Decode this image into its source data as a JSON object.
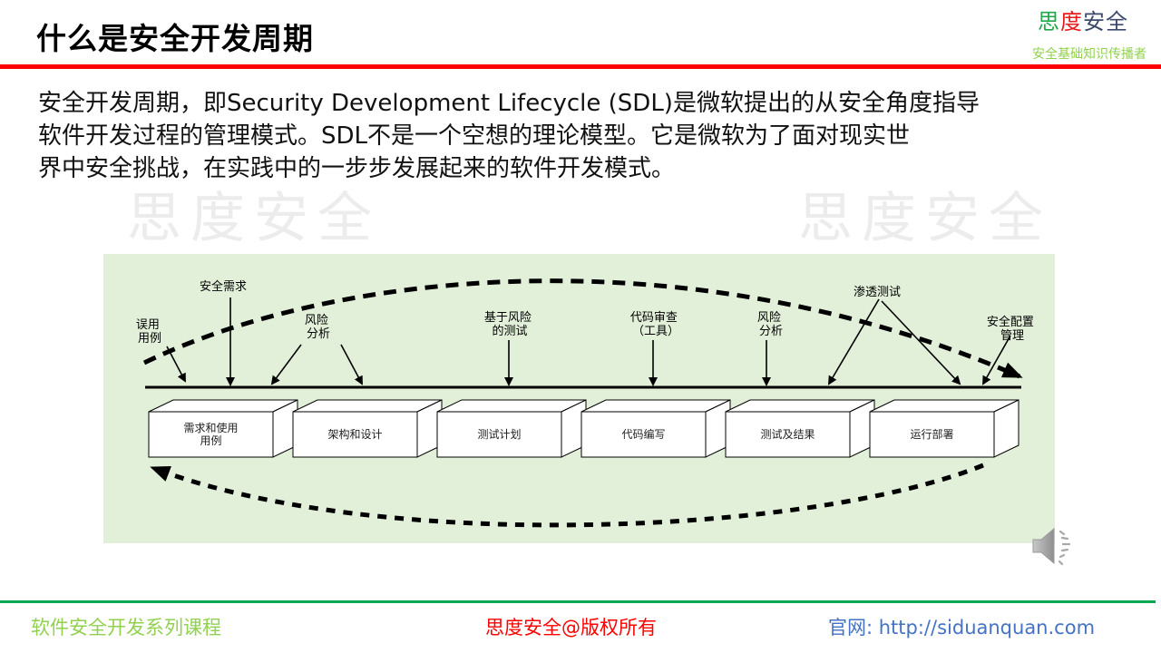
{
  "header": {
    "title": "什么是安全开发周期",
    "brand": {
      "part1": "思",
      "part2": "度",
      "part3": "安全",
      "tagline": "安全基础知识传播者"
    },
    "colors": {
      "rule": "#ff0000",
      "brand_green": "#1ea84b",
      "brand_red": "#e81c1c",
      "brand_navy": "#3b4a6b",
      "tagline": "#92d050"
    }
  },
  "watermark": {
    "left": "思度安全",
    "right": "思度安全"
  },
  "body": {
    "lines": [
      "安全开发周期，即Security Development Lifecycle (SDL)是微软提出的从安全角度指导",
      "软件开发过程的管理模式。SDL不是一个空想的理论模型。它是微软为了面对现实世",
      "界中安全挑战，在实践中的一步步发展起来的软件开发模式。"
    ]
  },
  "diagram": {
    "background": "#e2efd9",
    "annotations": [
      {
        "lines": [
          "误用",
          "用例"
        ]
      },
      {
        "lines": [
          "安全需求"
        ]
      },
      {
        "lines": [
          "风险",
          "分析"
        ]
      },
      {
        "lines": [
          "基于风险",
          "的测试"
        ]
      },
      {
        "lines": [
          "代码审查",
          "（工具）"
        ]
      },
      {
        "lines": [
          "风险",
          "分析"
        ]
      },
      {
        "lines": [
          "渗透测试"
        ]
      },
      {
        "lines": [
          "安全配置",
          "管理"
        ]
      }
    ],
    "phases": [
      {
        "lines": [
          "需求和使用",
          "用例"
        ]
      },
      {
        "lines": [
          "架构和设计"
        ]
      },
      {
        "lines": [
          "测试计划"
        ]
      },
      {
        "lines": [
          "代码编写"
        ]
      },
      {
        "lines": [
          "测试及结果"
        ]
      },
      {
        "lines": [
          "运行部署"
        ]
      }
    ]
  },
  "media": {
    "icon": "speaker-icon"
  },
  "footer": {
    "course": "软件安全开发系列课程",
    "copyright": "思度安全@版权所有",
    "site_label": "官网: http://siduanquan.com",
    "colors": {
      "rule": "#00a84f",
      "course": "#92d050",
      "copyright": "#ff0000",
      "site": "#4472c4"
    }
  }
}
